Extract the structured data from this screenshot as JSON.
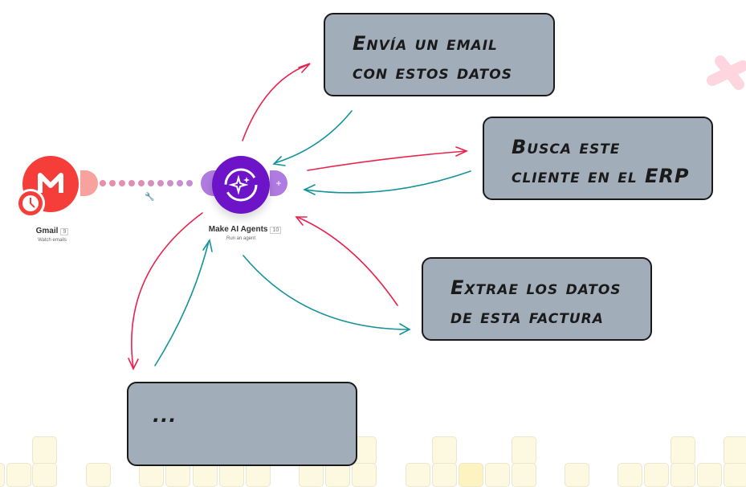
{
  "notes": {
    "send_email": [
      "Envía un email",
      "con estos datos"
    ],
    "search_client": [
      "Busca este",
      "cliente en el ERP"
    ],
    "extract_invoice": [
      "Extrae los datos",
      "de esta factura"
    ],
    "more": "..."
  },
  "modules": {
    "gmail": {
      "name": "Gmail",
      "id": "9",
      "subtitle": "Watch emails",
      "color": "#f53d3a"
    },
    "agent": {
      "name": "Make AI Agents",
      "id": "10",
      "subtitle": "Run an agent",
      "color": "#6d14c9"
    }
  },
  "colors": {
    "outgoing": "#e8234f",
    "incoming": "#15929a"
  }
}
